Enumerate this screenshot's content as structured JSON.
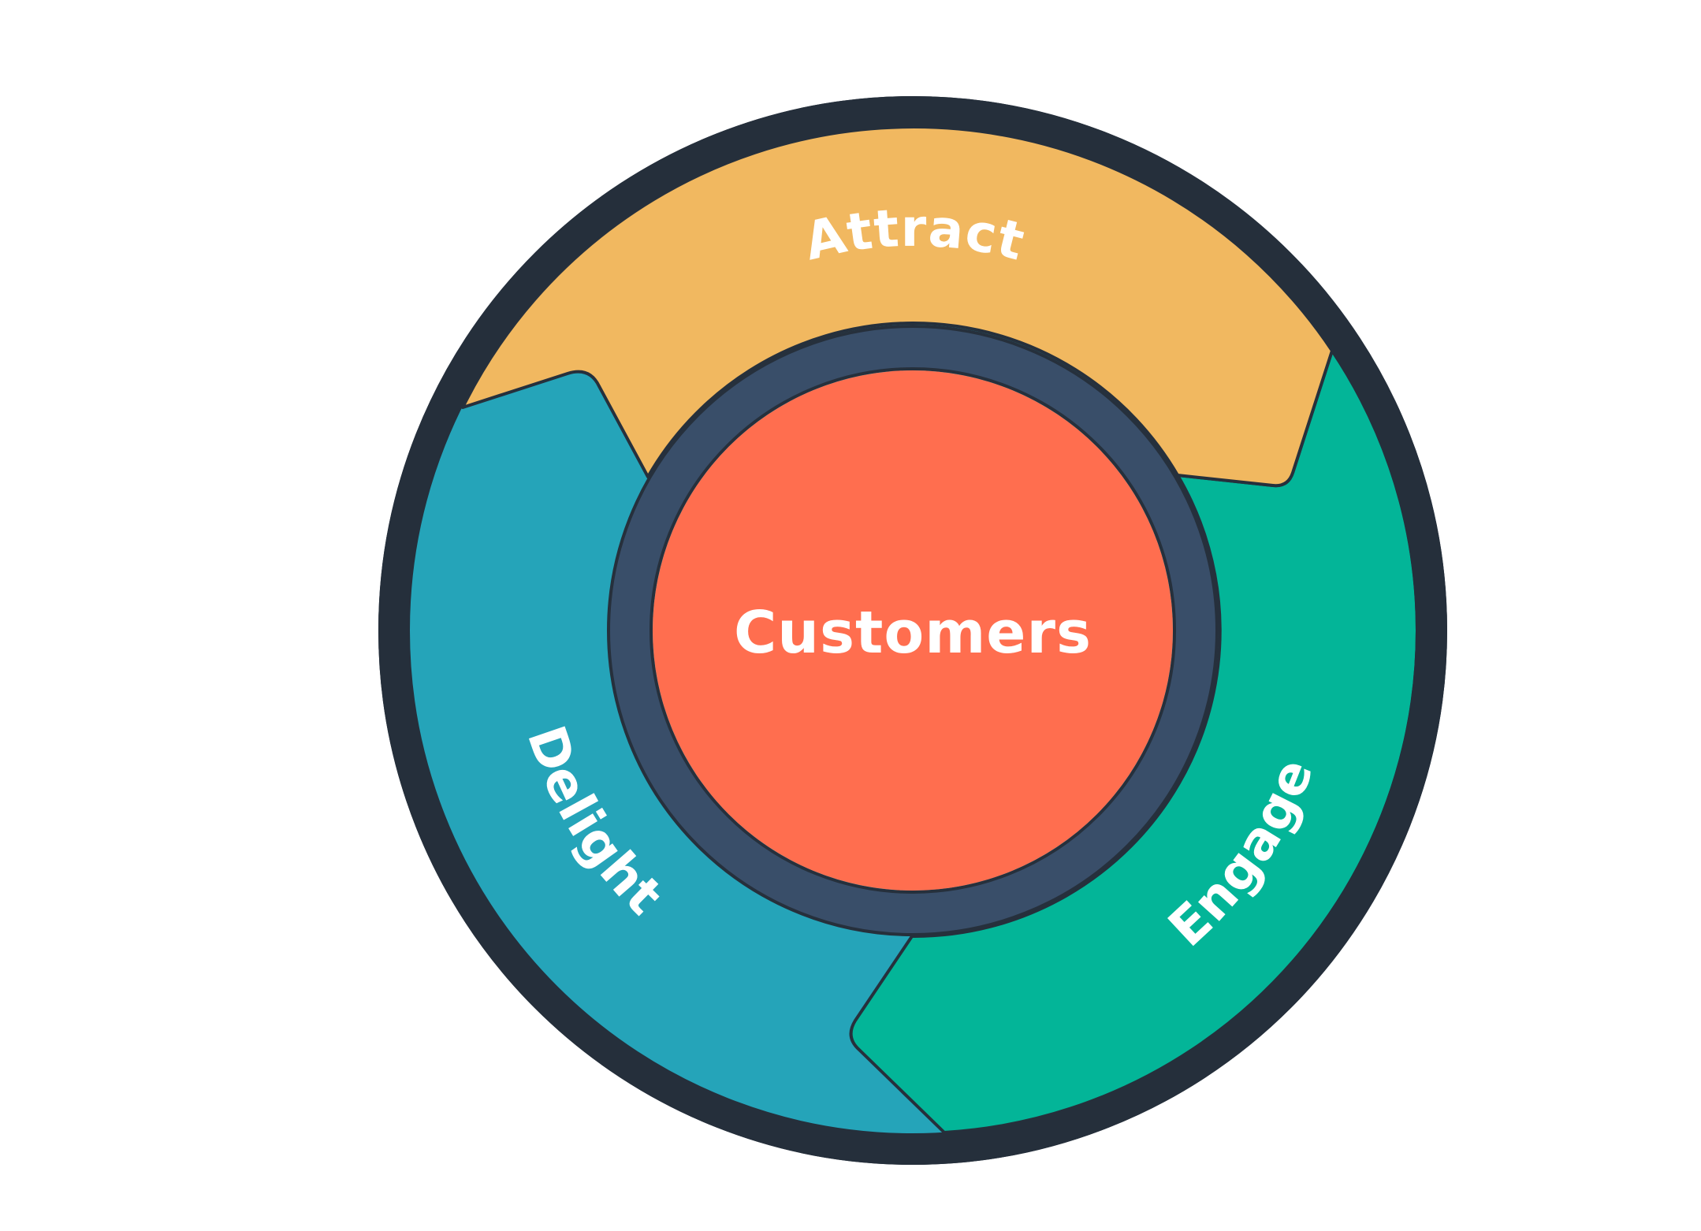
{
  "diagram": {
    "title": "Flywheel",
    "center": {
      "label": "Customers",
      "color": "#ff6e4f"
    },
    "hub_ring_color": "#394e69",
    "outer_ring_color": "#252f3b",
    "segments": [
      {
        "id": "attract",
        "label": "Attract",
        "color": "#f1b860"
      },
      {
        "id": "engage",
        "label": "Engage",
        "color": "#03b598"
      },
      {
        "id": "delight",
        "label": "Delight",
        "color": "#25a4b9"
      }
    ]
  }
}
